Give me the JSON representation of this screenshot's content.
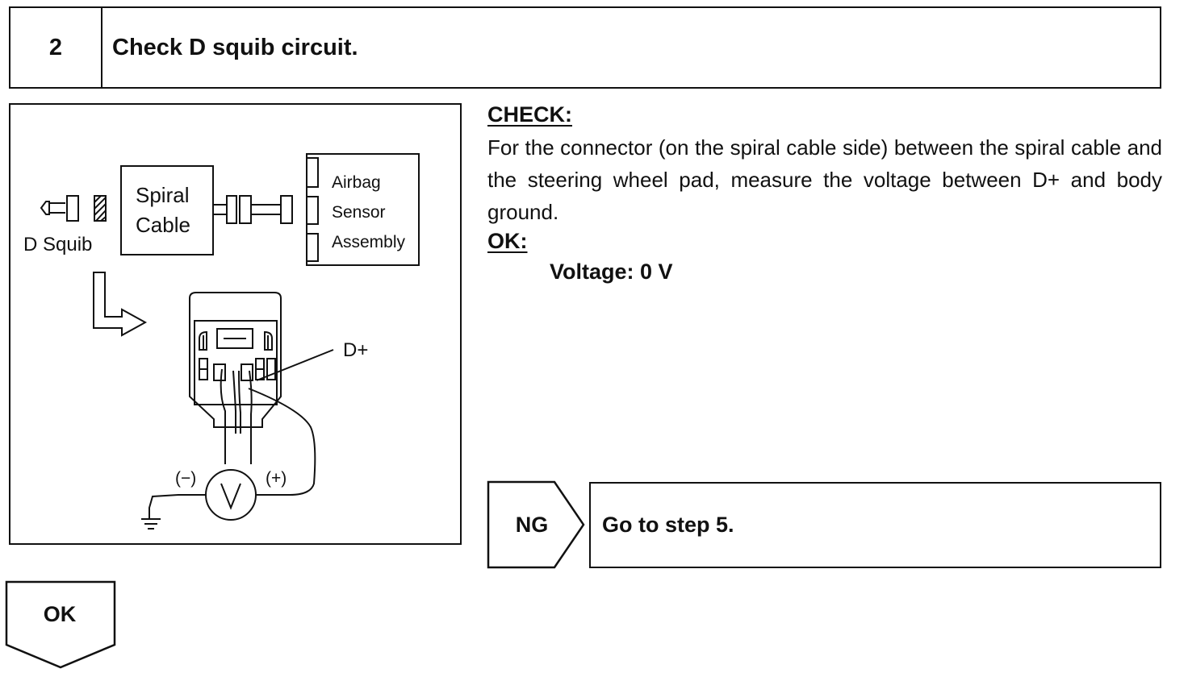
{
  "step": {
    "number": "2",
    "title": "Check D squib circuit."
  },
  "figure": {
    "labels": {
      "d_squib": "D Squib",
      "spiral_line1": "Spiral",
      "spiral_line2": "Cable",
      "airbag": "Airbag",
      "sensor": "Sensor",
      "assembly": "Assembly",
      "d_plus": "D+",
      "minus": "(−)",
      "plus": "(+)",
      "voltmeter": "V"
    }
  },
  "check": {
    "heading": "CHECK:",
    "text": "For the connector (on the spiral cable side) between the spiral cable and the steering wheel pad, measure the voltage between D+ and body ground."
  },
  "ok": {
    "heading": "OK:",
    "spec": "Voltage: 0 V",
    "tag": "OK"
  },
  "ng": {
    "tag": "NG",
    "action": "Go to step 5."
  }
}
